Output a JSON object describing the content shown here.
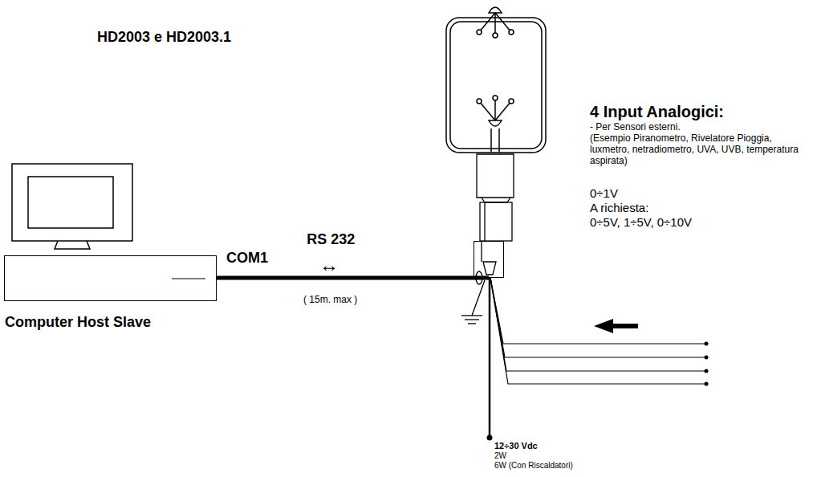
{
  "diagram": {
    "nodes": [
      {
        "text": [
          "Computer Host Slave"
        ]
      },
      {
        "text": [
          "HD2003 e HD2003.1"
        ]
      }
    ],
    "edges": [
      {
        "from": 0,
        "to": 1,
        "arrow": "none",
        "label": "RS 232"
      }
    ],
    "labels": [
      "COM1",
      "↔",
      "( 15m. max )",
      "4 Input Analogici:",
      "- Per Sensori esterni.",
      "(Esempio Piranometro, Rivelatore Pioggia, luxmetro, netradiometro, UVA, UVB, temperatura aspirata)",
      "0÷1V",
      "A richiesta:",
      "0÷5V, 1÷5V, 0÷10V",
      "12÷30 Vdc",
      "2W",
      "6W (Con Riscaldatori)"
    ]
  }
}
